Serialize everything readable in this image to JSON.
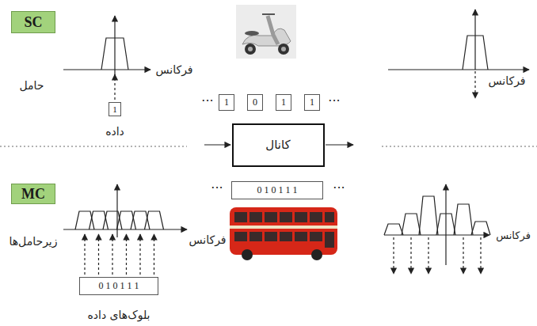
{
  "diagram": {
    "nodes": [
      {
        "text": [
          "SC"
        ]
      },
      {
        "text": [
          "1"
        ]
      },
      {
        "text": [
          "1"
        ]
      },
      {
        "text": [
          "0"
        ]
      },
      {
        "text": [
          "1"
        ]
      },
      {
        "text": [
          "1"
        ]
      },
      {
        "text": [
          "کانال"
        ]
      },
      {
        "text": [
          "MC"
        ]
      },
      {
        "text": [
          "0 1 0 1 1 1"
        ]
      },
      {
        "text": [
          "0 1 0 1 1 1"
        ]
      }
    ],
    "labels": [
      "فرکانس",
      "حامل",
      "داده",
      "···",
      "···",
      "فرکانس",
      "···",
      "···",
      "زیرحامل‌ها",
      "فرکانس",
      "فرکانس",
      "بلوک‌های داده"
    ]
  }
}
